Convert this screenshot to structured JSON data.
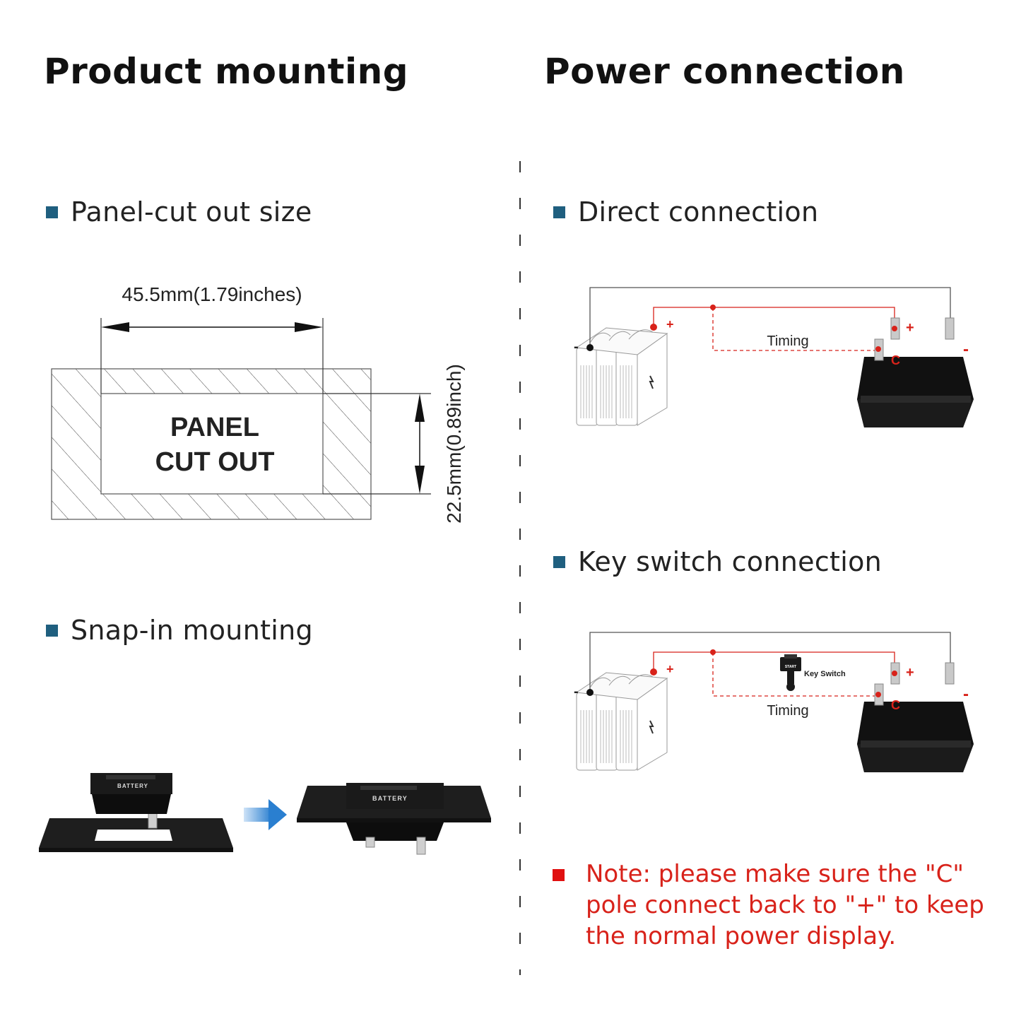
{
  "headings": {
    "left": "Product mounting",
    "right": "Power connection"
  },
  "sections": {
    "panel_cutout": "Panel-cut out size",
    "snap_in": "Snap-in mounting",
    "direct": "Direct connection",
    "key_switch": "Key switch connection"
  },
  "cutout": {
    "width_label": "45.5mm(1.79inches)",
    "height_label": "22.5mm(0.89inch)",
    "line1": "PANEL",
    "line2": "CUT OUT"
  },
  "wiring": {
    "timing": "Timing",
    "plus": "+",
    "minus": "-",
    "c": "C",
    "key_switch": "Key Switch",
    "start": "START"
  },
  "device": {
    "brand": "BATTERY"
  },
  "note": "Note: please make sure the \"C\" pole connect back to \"+\" to keep the normal power display.",
  "colors": {
    "accent": "#1f5f7f",
    "wire_red": "#d8221a",
    "note_red": "#d8221a",
    "arrow_blue": "#2a7fd0"
  }
}
